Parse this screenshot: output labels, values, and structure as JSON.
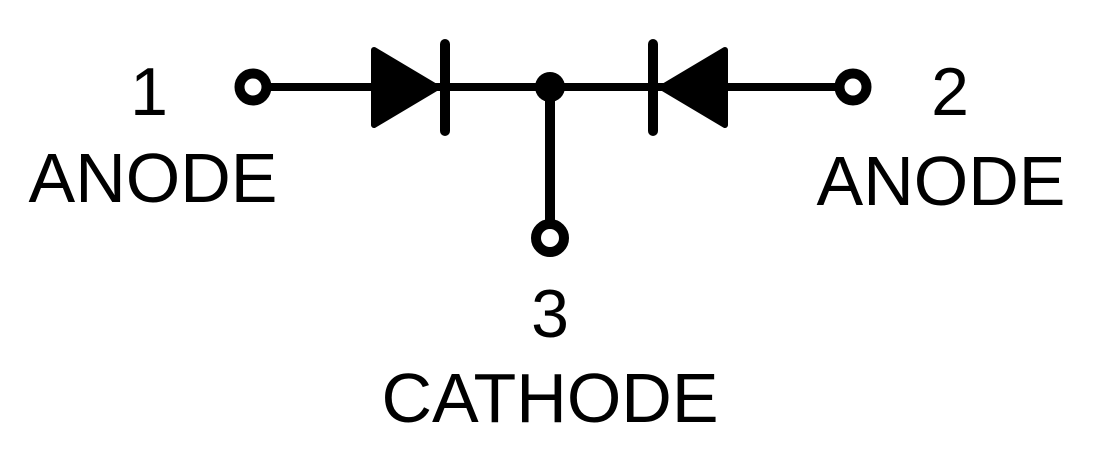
{
  "diagram": {
    "kind": "schematic",
    "subject": "dual-diode-common-cathode",
    "background_color": "#ffffff",
    "line_color": "#000000",
    "pins": [
      {
        "number": "1",
        "label": "ANODE",
        "position": "left"
      },
      {
        "number": "2",
        "label": "ANODE",
        "position": "right"
      },
      {
        "number": "3",
        "label": "CATHODE",
        "position": "bottom"
      }
    ],
    "symbols": [
      "diode-pointing-right-icon",
      "diode-pointing-left-icon",
      "open-terminal-circle",
      "junction-dot"
    ]
  }
}
